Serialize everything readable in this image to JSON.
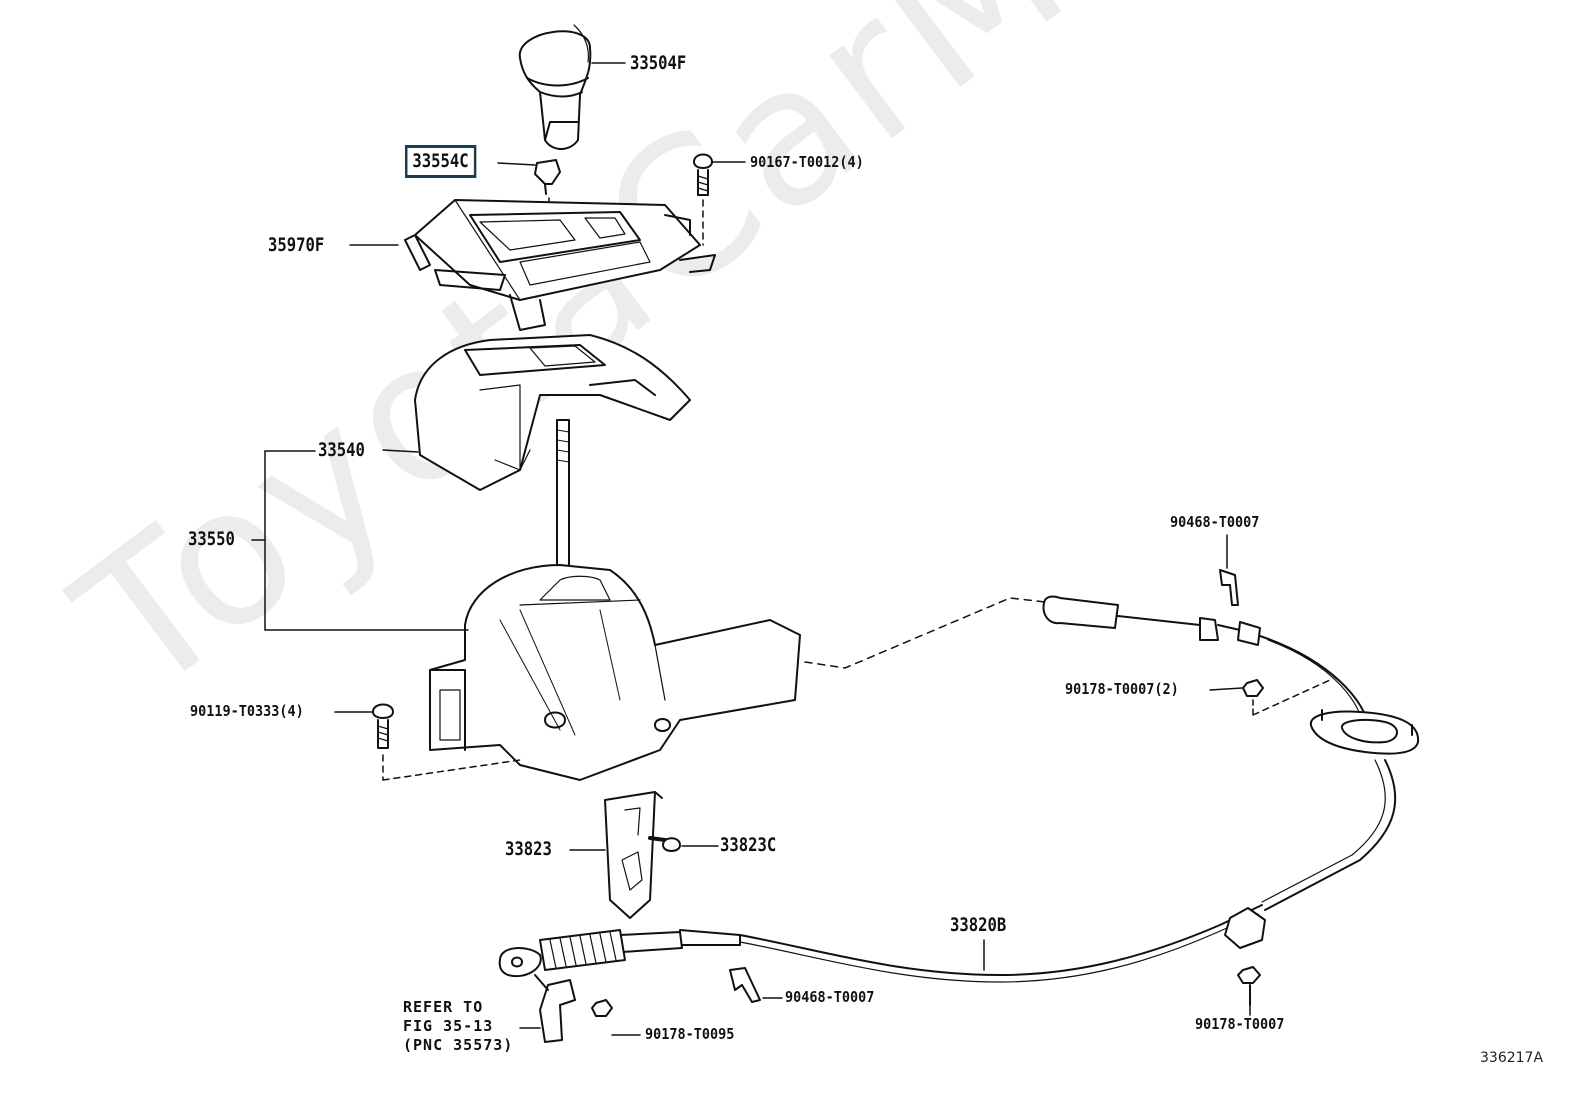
{
  "watermark": "ToyotaCarMine.ru",
  "figure_id": "336217A",
  "parts": {
    "knob": "33504F",
    "button_cap": "33554C",
    "screw_top": "90167-T0012(4)",
    "indicator_housing": "35970F",
    "cover": "33540",
    "lever_assy": "33550",
    "bolt_left": "90119-T0333(4)",
    "clip_top": "90468-T0007",
    "nut_mid": "90178-T0007(2)",
    "bracket": "33823",
    "bracket_bolt": "33823C",
    "cable": "33820B",
    "clip_bottom": "90468-T0007",
    "nut_bottom_right": "90178-T0007",
    "nut_bottom_left": "90178-T0095"
  },
  "refer": {
    "line1": "REFER TO",
    "line2": "FIG 35-13",
    "line3": "(PNC 35573)"
  },
  "highlight_color": "#1f3b4d"
}
